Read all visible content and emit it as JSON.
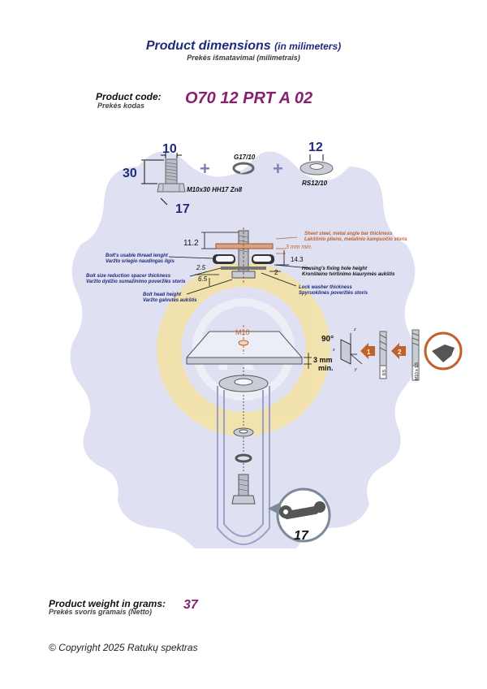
{
  "header": {
    "title": "Product dimensions",
    "title_unit": "(in milimeters)",
    "subtitle": "Prekės išmatavimai (milimetrais)"
  },
  "product": {
    "code_label": "Product code:",
    "code_sublabel": "Prekės kodas",
    "code_value": "O70 12 PRT A 02",
    "weight_label": "Product weight in grams:",
    "weight_sublabel": "Prekės svoris gramais (Netto)",
    "weight_value": "37"
  },
  "parts": {
    "bolt_width": "10",
    "bolt_length": "30",
    "bolt_head": "17",
    "bolt_name": "M10x30 HH17 Zn8",
    "lockwasher_name": "G17/10",
    "washer_width": "12",
    "washer_name": "RS12/10",
    "plus": "+"
  },
  "assembly": {
    "dim_11_2": "11.2",
    "dim_3mm_min": "3 mm min.",
    "dim_14_3": "14.3",
    "dim_2_5": "2.5",
    "dim_2": "2",
    "dim_6_5": "6.5",
    "sheet_en": "Sheet steel, metal angle bar thickness",
    "sheet_lt": "Lakštinio plieno, metalinio kampuočio storis",
    "thread_en": "Bolt's usable thread lenght",
    "thread_lt": "Varžto sriegio naudingas ilgis",
    "housing_en": "Housing's fixing hole height",
    "housing_lt": "Kronšteino tvirtinimo kiaurymės aukštis",
    "spacer_en": "Bolt size reduction spacer thickness",
    "spacer_lt": "Varžto dydžio sumažinimo poveržlės storis",
    "lockw_en": "Lock washer thickness",
    "lockw_lt": "Spyruoklinės poveržlės storis",
    "head_en": "Bolt head height",
    "head_lt": "Varžto galvutės aukštis"
  },
  "plate": {
    "m10": "M10",
    "angle": "90°",
    "thickness": "3 mm",
    "thickness_min": "min.",
    "step1": "1",
    "step2": "2",
    "drill_8_5": "8.5",
    "tap_m10": "M10 x 1.5",
    "axis_x": "x",
    "axis_y": "y",
    "axis_z": "z"
  },
  "wrench": {
    "size": "17"
  },
  "footer": {
    "copyright": "© Copyright 2025 Ratukų spektras"
  },
  "colors": {
    "title_blue": "#1e2a7c",
    "accent_purple": "#8a1f6e",
    "dim_orange": "#c0622a",
    "step_orange": "#c0622a",
    "logo_yellow": "#f1d98a",
    "background_lavender": "#dfe1f2"
  }
}
